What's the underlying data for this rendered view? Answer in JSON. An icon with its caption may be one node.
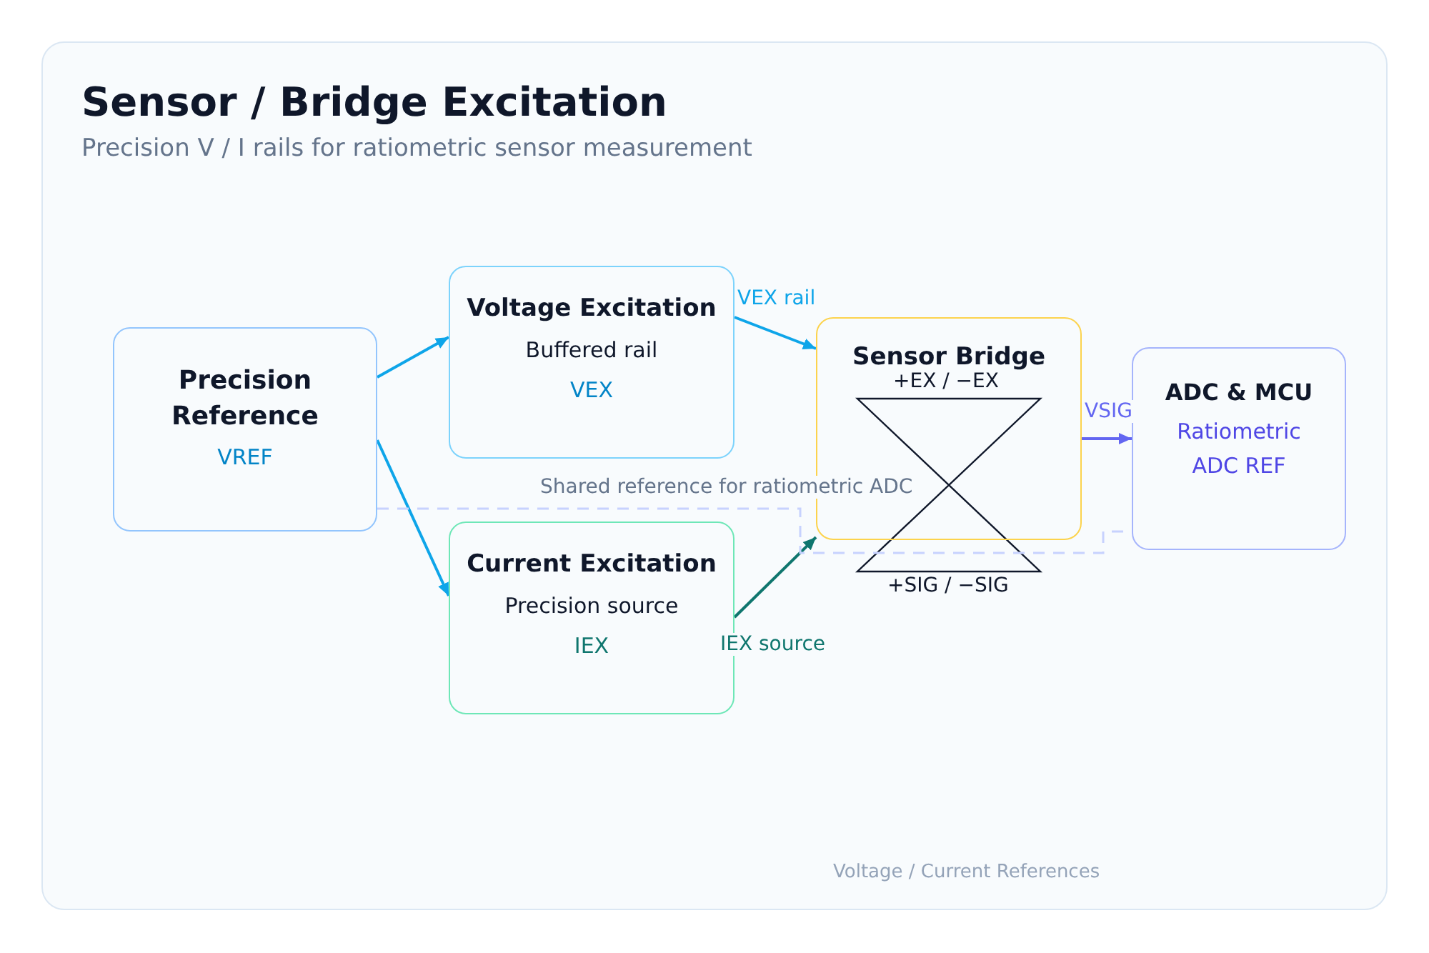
{
  "diagram": {
    "title": "Sensor / Bridge Excitation",
    "caption": "Precision V / I rails for ratiometric sensor measurement",
    "nodes": [
      {
        "text": [
          "Precision Reference",
          "VREF"
        ]
      },
      {
        "text": [
          "Voltage Excitation",
          "Buffered rail",
          "VEX"
        ]
      },
      {
        "text": [
          "Current Excitation",
          "Precision source",
          "IEX"
        ]
      },
      {
        "text": [
          "Sensor Bridge"
        ]
      },
      {
        "text": [
          "ADC & MCU",
          "Ratiometric ADC REF"
        ]
      }
    ],
    "edges": [
      {
        "from": 0,
        "to": 1,
        "arrow": "to"
      },
      {
        "from": 0,
        "to": 2,
        "arrow": "to"
      },
      {
        "from": 1,
        "to": 3,
        "arrow": "to",
        "label": "VEX rail"
      },
      {
        "from": 2,
        "to": 3,
        "arrow": "to",
        "label": "IEX source",
        "color": "#0f766e"
      },
      {
        "from": 3,
        "to": 4,
        "arrow": "to",
        "label": "VSIG",
        "color": "#6366f1"
      },
      {
        "from": 0,
        "to": 4,
        "arrow": "none",
        "label": "Shared reference for ratiometric ADC",
        "style": "dashed",
        "color": "#c7d2fe"
      }
    ],
    "labels": [
      "+EX / −EX",
      "+SIG / −SIG",
      "Voltage / Current References"
    ]
  }
}
